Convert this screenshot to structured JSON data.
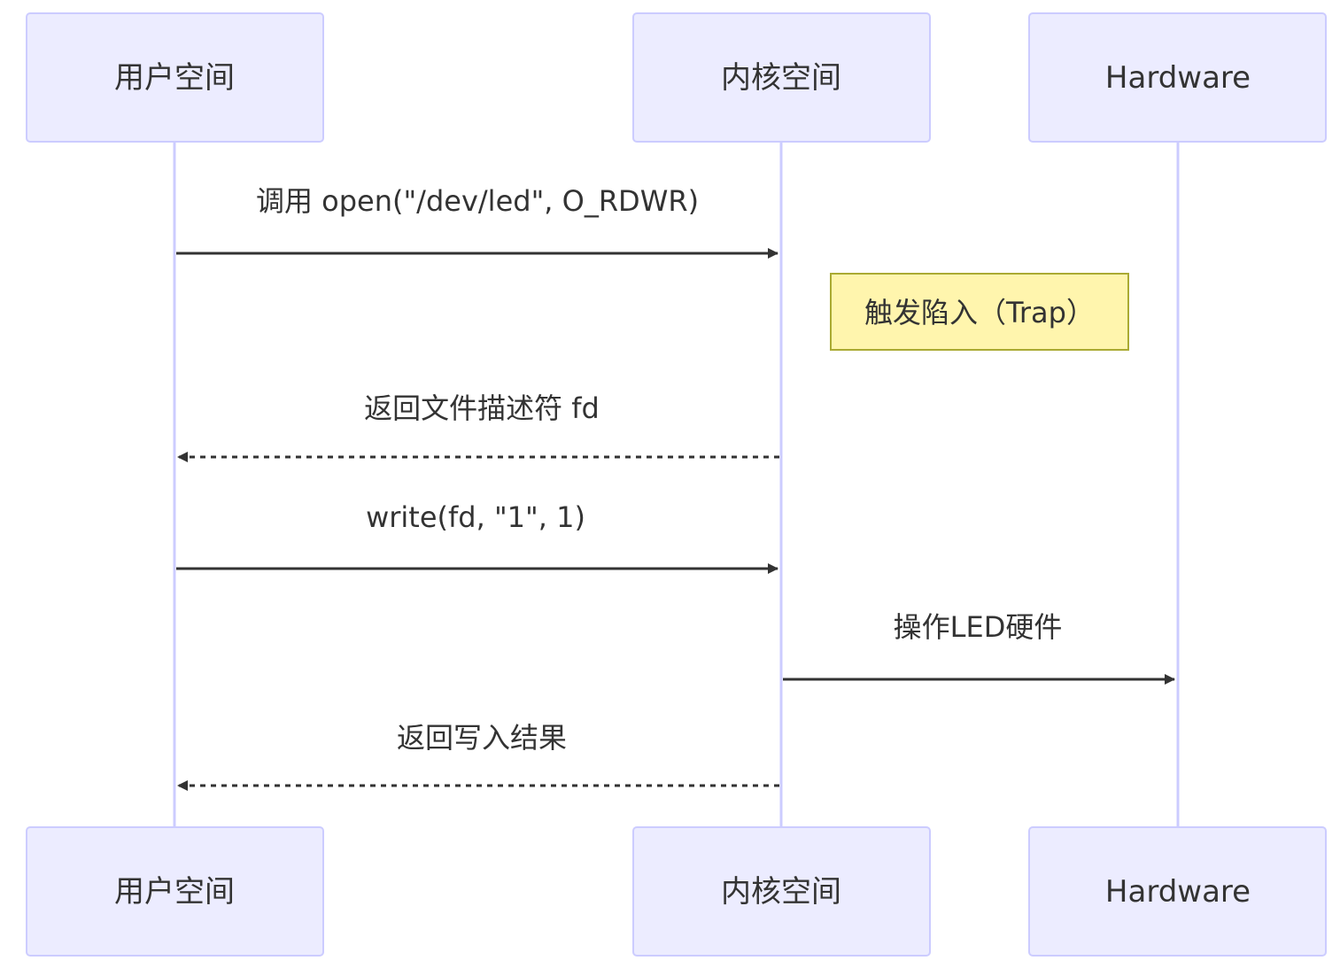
{
  "participants": [
    {
      "id": "user",
      "label": "用户空间"
    },
    {
      "id": "kernel",
      "label": "内核空间"
    },
    {
      "id": "hardware",
      "label": "Hardware"
    }
  ],
  "messages": [
    {
      "from": "user",
      "to": "kernel",
      "label": "调用 open(\"/dev/led\", O_RDWR)",
      "style": "solid"
    },
    {
      "from": "kernel",
      "to": "user",
      "label": "返回文件描述符 fd",
      "style": "dashed"
    },
    {
      "from": "user",
      "to": "kernel",
      "label": "write(fd, \"1\", 1)",
      "style": "solid"
    },
    {
      "from": "kernel",
      "to": "hardware",
      "label": "操作LED硬件",
      "style": "solid"
    },
    {
      "from": "kernel",
      "to": "user",
      "label": "返回写入结果",
      "style": "dashed"
    }
  ],
  "note": {
    "over": "kernel",
    "position": "right",
    "text": "触发陷入（Trap）"
  },
  "colors": {
    "actor_fill": "#ECECFF",
    "actor_stroke": "#CCCCFF",
    "line": "#333333",
    "note_fill": "#FFF5AD",
    "note_stroke": "#AAAA33"
  }
}
